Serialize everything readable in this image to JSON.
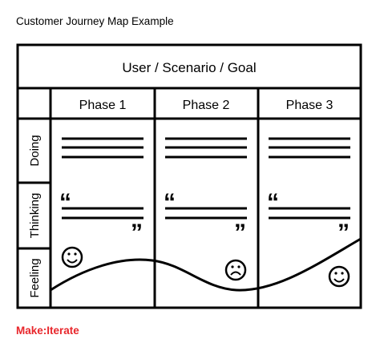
{
  "caption": "Customer Journey Map Example",
  "header": {
    "title": "User / Scenario / Goal"
  },
  "phases": [
    "Phase 1",
    "Phase 2",
    "Phase 3"
  ],
  "rows": [
    "Doing",
    "Thinking",
    "Feeling"
  ],
  "quote": {
    "open": "“",
    "close": "”"
  },
  "feelings": [
    {
      "phase": "Phase 1",
      "mood": "happy"
    },
    {
      "phase": "Phase 2",
      "mood": "sad"
    },
    {
      "phase": "Phase 3",
      "mood": "happy"
    }
  ],
  "brand": {
    "text": "Make:Iterate",
    "color": "#e8262b"
  },
  "icons": {
    "happy": "smiley-face-icon",
    "sad": "sad-face-icon"
  }
}
